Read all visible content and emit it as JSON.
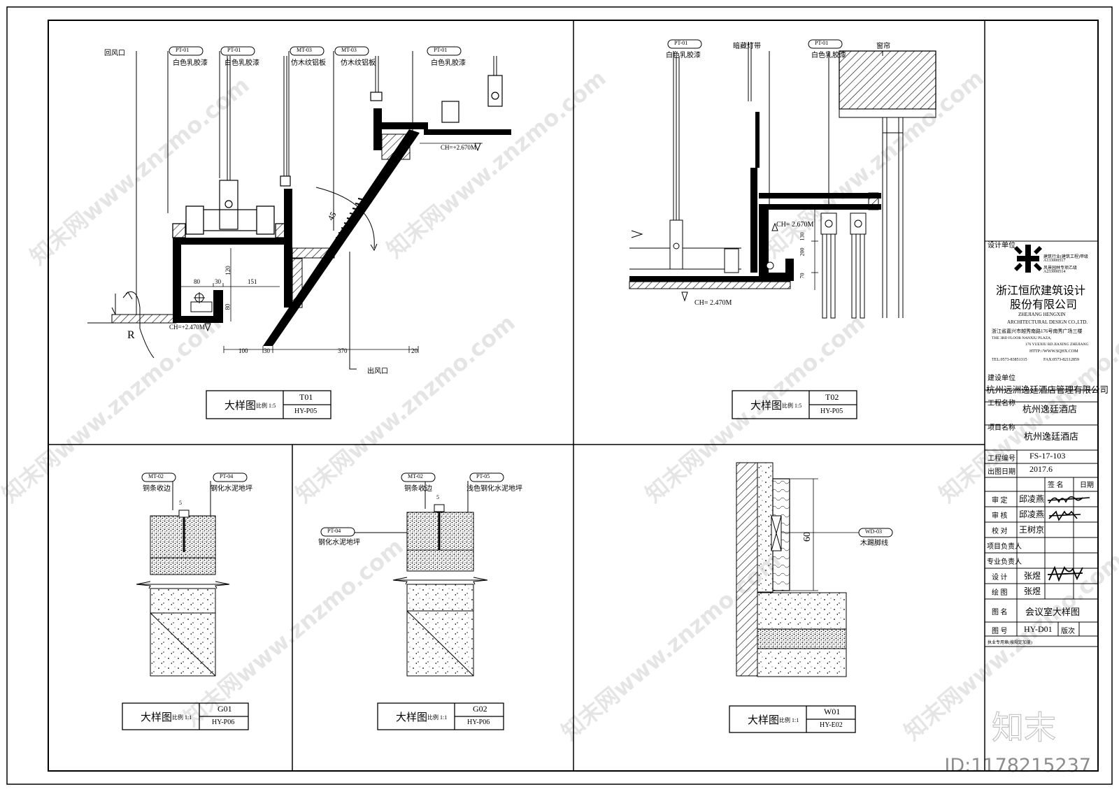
{
  "details": [
    {
      "title": "大样图",
      "scale": "比例 1:5",
      "code": "T01",
      "ref": "HY-P05"
    },
    {
      "title": "大样图",
      "scale": "比例 1:5",
      "code": "T02",
      "ref": "HY-P05"
    },
    {
      "title": "大样图",
      "scale": "比例 1:1",
      "code": "G01",
      "ref": "HY-P06"
    },
    {
      "title": "大样图",
      "scale": "比例 1:1",
      "code": "G02",
      "ref": "HY-P06"
    },
    {
      "title": "大样图",
      "scale": "比例 1:1",
      "code": "W01",
      "ref": "HY-E02"
    }
  ],
  "t01": {
    "return_air": "回风口",
    "supply_air": "出风口",
    "r_mark": "R",
    "angle": "45",
    "tags": [
      {
        "code": "PT-01",
        "text": "白色乳胶漆"
      },
      {
        "code": "PT-01",
        "text": "白色乳胶漆"
      },
      {
        "code": "MT-03",
        "text": "仿木纹铝板"
      },
      {
        "code": "MT-03",
        "text": "仿木纹铝板"
      },
      {
        "code": "PT-01",
        "text": "白色乳胶漆"
      }
    ],
    "ch_low": "CH=+2.470M",
    "ch_high": "CH=+2.670M",
    "dims": [
      "80",
      "30",
      "151",
      "120",
      "80",
      "100",
      "30",
      "370",
      "20"
    ]
  },
  "t02": {
    "tags": [
      {
        "code": "PT-01",
        "text": "白色乳胶漆"
      },
      {
        "code": "",
        "text": "暗藏灯带"
      },
      {
        "code": "PT-01",
        "text": "白色乳胶漆"
      },
      {
        "code": "",
        "text": "窗帘"
      }
    ],
    "ch_high": "CH= 2.670M",
    "ch_low": "CH= 2.470M",
    "dims": [
      "130",
      "200",
      "70"
    ]
  },
  "g01": {
    "tags": [
      {
        "code": "MT-02",
        "text": "铜条收边"
      },
      {
        "code": "PT-04",
        "text": "钢化水泥地坪"
      }
    ],
    "dim": "5"
  },
  "g02": {
    "tags": [
      {
        "code": "MT-02",
        "text": "铜条收边"
      },
      {
        "code": "PT-05",
        "text": "浅色钢化水泥地坪"
      },
      {
        "code": "PT-04",
        "text": "钢化水泥地坪"
      }
    ],
    "dim": "5"
  },
  "w01": {
    "tag": {
      "code": "WD-03",
      "text": "木踢脚线"
    },
    "dim": "60"
  },
  "title_block": {
    "design_unit_label": "设计单位",
    "qual_lines": [
      "建筑行业(建筑工程)甲级",
      "A133000517",
      "风景园林专项乙级",
      "A233000514"
    ],
    "company_cn_1": "浙江恒欣建筑设计",
    "company_cn_2": "股份有限公司",
    "company_en_1": "ZHEJIANG HENGXIN",
    "company_en_2": "ARCHITECTURAL DESIGN CO.,LTD.",
    "address_cn": "浙江省嘉兴市越秀南路176号南秀广场三楼",
    "address_en_1": "THE 3RD FLOOR NANXIU PLAZA,",
    "address_en_2": "176 YUEXIU RD.JIAXING ZHEJIANG",
    "website": "HTTP://WWW.SQHX.COM",
    "tel": "TEL:0573-83851315",
    "fax": "FAX:0573-82112859",
    "client_label": "建设单位",
    "client": "杭州远洲逸廷酒店管理有限公司",
    "project_label": "工程名称",
    "project": "杭州逸廷酒店",
    "item_label": "项目名称",
    "item": "杭州逸廷酒店",
    "project_no_label": "工程编号",
    "project_no": "FS-17-103",
    "date_label": "出图日期",
    "date": "2017.6",
    "sign_header": "签  名",
    "date_header": "日期",
    "roles": [
      {
        "role": "审  定",
        "name": "邱凌燕"
      },
      {
        "role": "审  核",
        "name": "邱凌燕"
      },
      {
        "role": "校  对",
        "name": "王树京"
      },
      {
        "role": "项目负责人",
        "name": ""
      },
      {
        "role": "专业负责人",
        "name": ""
      },
      {
        "role": "设  计",
        "name": "张煜"
      },
      {
        "role": "绘  图",
        "name": "张煜"
      }
    ],
    "drawing_name_label": "图  名",
    "drawing_name": "会议室大样图",
    "drawing_no_label": "图  号",
    "drawing_no": "HY-D01",
    "revision_label": "版次",
    "seal_note": "执业专用章(按规定加盖)"
  },
  "watermark": {
    "text": "知末网www.znzmo.com",
    "brand": "知末",
    "id": "ID:1178215237"
  }
}
